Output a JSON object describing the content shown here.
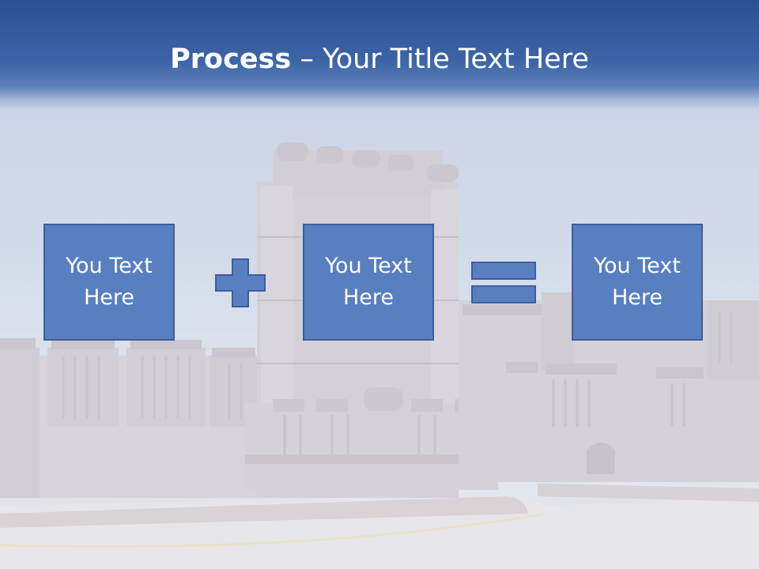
{
  "slide": {
    "title_bold": "Process",
    "title_rest": " – Your Title Text Here"
  },
  "process": {
    "steps": [
      {
        "label": "You Text Here"
      },
      {
        "label": "You Text Here"
      },
      {
        "label": "You Text Here"
      }
    ],
    "operators": [
      "plus",
      "equals"
    ]
  },
  "colors": {
    "header": "#3a62a4",
    "box_fill": "#587fc0",
    "box_border": "#3d5f9a",
    "text": "#ffffff"
  }
}
